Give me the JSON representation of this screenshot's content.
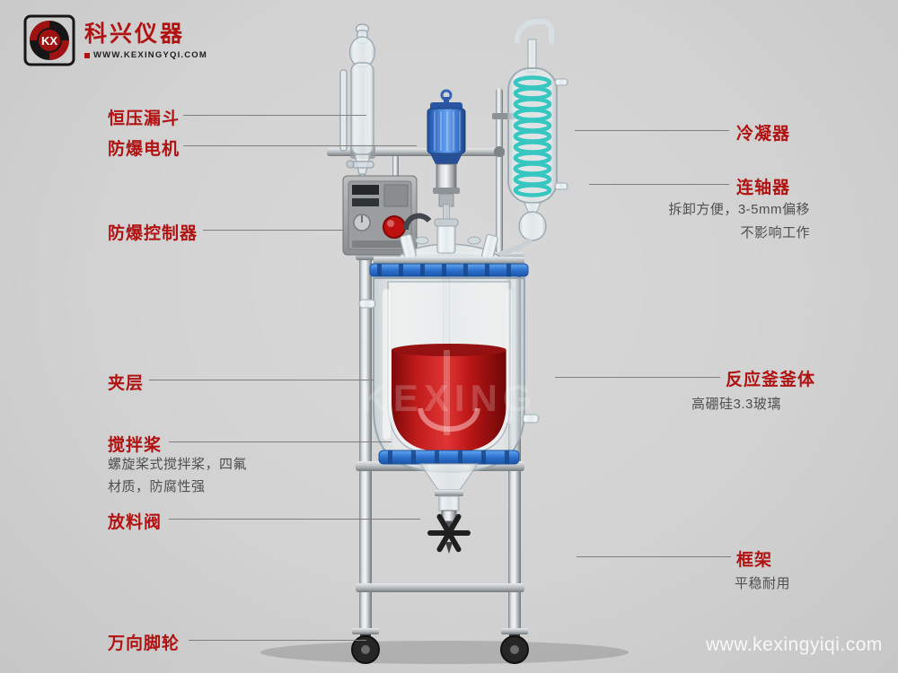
{
  "logo": {
    "brand": "科兴仪器",
    "website": "WWW.KEXINGYQI.COM",
    "monogram": "KX"
  },
  "watermark": "www.kexingyiqi.com",
  "vessel_watermark": "KEXING",
  "colors": {
    "label_red": "#b11212",
    "liquid_red": "#c41818",
    "motor_blue": "#3a76cf",
    "flange_blue": "#2d72cf",
    "coil_teal": "#2ec6c0",
    "background": "#d2d2d2"
  },
  "labels_left": [
    {
      "title": "恒压漏斗"
    },
    {
      "title": "防爆电机"
    },
    {
      "title": "防爆控制器"
    },
    {
      "title": "夹层"
    },
    {
      "title": "搅拌桨",
      "sub": "螺旋桨式搅拌桨，四氟\n材质，防腐性强"
    },
    {
      "title": "放料阀"
    },
    {
      "title": "万向脚轮"
    }
  ],
  "labels_right": [
    {
      "title": "冷凝器"
    },
    {
      "title": "连轴器",
      "sub": "拆卸方便，3-5mm偏移\n不影响工作"
    },
    {
      "title": "反应釜釜体",
      "sub": "高硼硅3.3玻璃"
    },
    {
      "title": "框架",
      "sub": "平稳耐用"
    }
  ]
}
